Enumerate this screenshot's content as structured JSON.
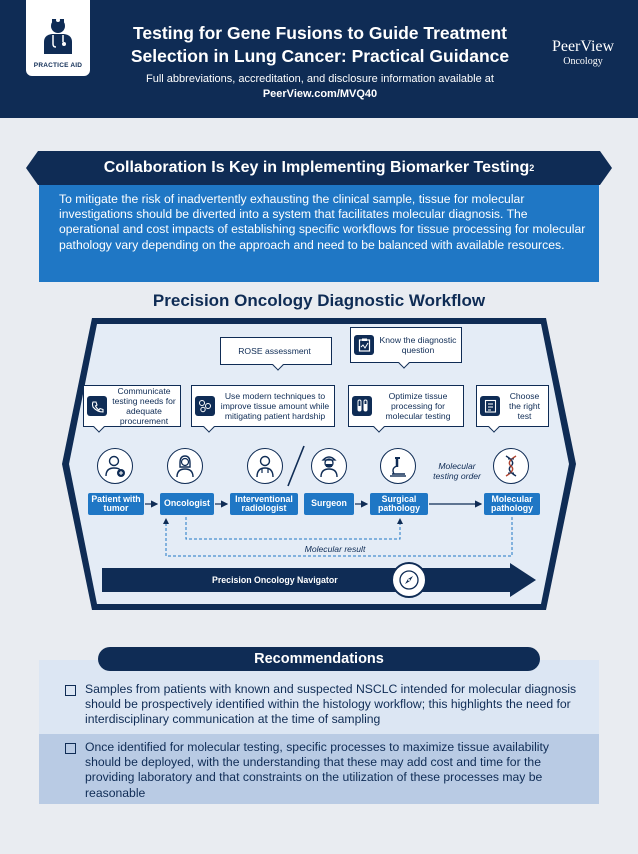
{
  "header": {
    "badge_label": "PRACTICE AID",
    "title_line1": "Testing for Gene Fusions to Guide Treatment",
    "title_line2": "Selection in Lung Cancer: Practical Guidance",
    "subtitle": "Full abbreviations, accreditation, and disclosure information available at",
    "url": "PeerView.com/MVQ40",
    "brand_main": "PeerView",
    "brand_sub": "Oncology"
  },
  "collaboration": {
    "title": "Collaboration Is Key in Implementing Biomarker Testing",
    "title_sup": "2",
    "body": "To mitigate the risk of inadvertently exhausting the clinical sample, tissue for molecular investigations should be diverted into a system that facilitates molecular diagnosis. The operational and cost impacts of establishing specific workflows for tissue processing for molecular pathology vary depending on the approach and need to be balanced with available resources."
  },
  "workflow": {
    "title": "Precision Oncology Diagnostic Workflow",
    "callouts": {
      "rose": "ROSE assessment",
      "know": "Know the diagnostic question",
      "communicate": "Communicate testing needs for adequate procurement",
      "modern": "Use modern techniques to improve tissue amount while mitigating patient hardship",
      "optimize": "Optimize tissue processing for molecular testing",
      "choose": "Choose the right test"
    },
    "steps": {
      "patient": "Patient with tumor",
      "oncologist": "Oncologist",
      "interventional": "Interventional radiologist",
      "surgeon": "Surgeon",
      "surgical_pathology": "Surgical pathology",
      "molecular_pathology": "Molecular pathology"
    },
    "labels": {
      "molecular_testing_order": "Molecular testing order",
      "molecular_result": "Molecular result"
    },
    "navigator": "Precision Oncology Navigator",
    "icons": [
      "phone-icon",
      "cells-icon",
      "clipboard-icon",
      "test-tube-icon",
      "checklist-icon",
      "patient-icon",
      "doctor-icon",
      "radiologist-icon",
      "surgeon-icon",
      "microscope-icon",
      "dna-icon",
      "compass-icon"
    ]
  },
  "recommendations": {
    "title": "Recommendations",
    "items": [
      "Samples from patients with known and suspected NSCLC intended for molecular diagnosis should be prospectively identified within the histology workflow; this highlights the need for interdisciplinary communication at the time of sampling",
      "Once identified for molecular testing, specific processes to maximize tissue availability should be deployed, with the understanding that these may add cost and time for the providing laboratory and that constraints on the utilization of these processes may be reasonable"
    ]
  },
  "colors": {
    "navy": "#0f2c55",
    "blue": "#1f77c5",
    "light_panel": "#e4ecf6",
    "rec_light": "#dce6f3",
    "rec_mid": "#b9cbe4"
  }
}
